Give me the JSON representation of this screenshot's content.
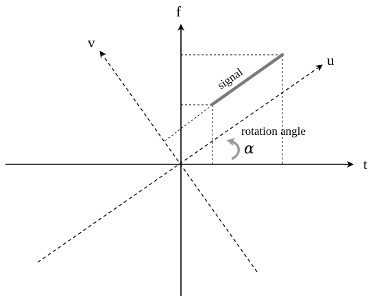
{
  "labels": {
    "f_axis": "f",
    "t_axis": "t",
    "u_axis": "u",
    "v_axis": "v",
    "signal": "signal",
    "rotation": "rotation angle",
    "alpha": "α"
  },
  "colors": {
    "axis": "#000000",
    "signal": "#7a7a7a",
    "rotation_arrow": "#9a9a9a"
  }
}
